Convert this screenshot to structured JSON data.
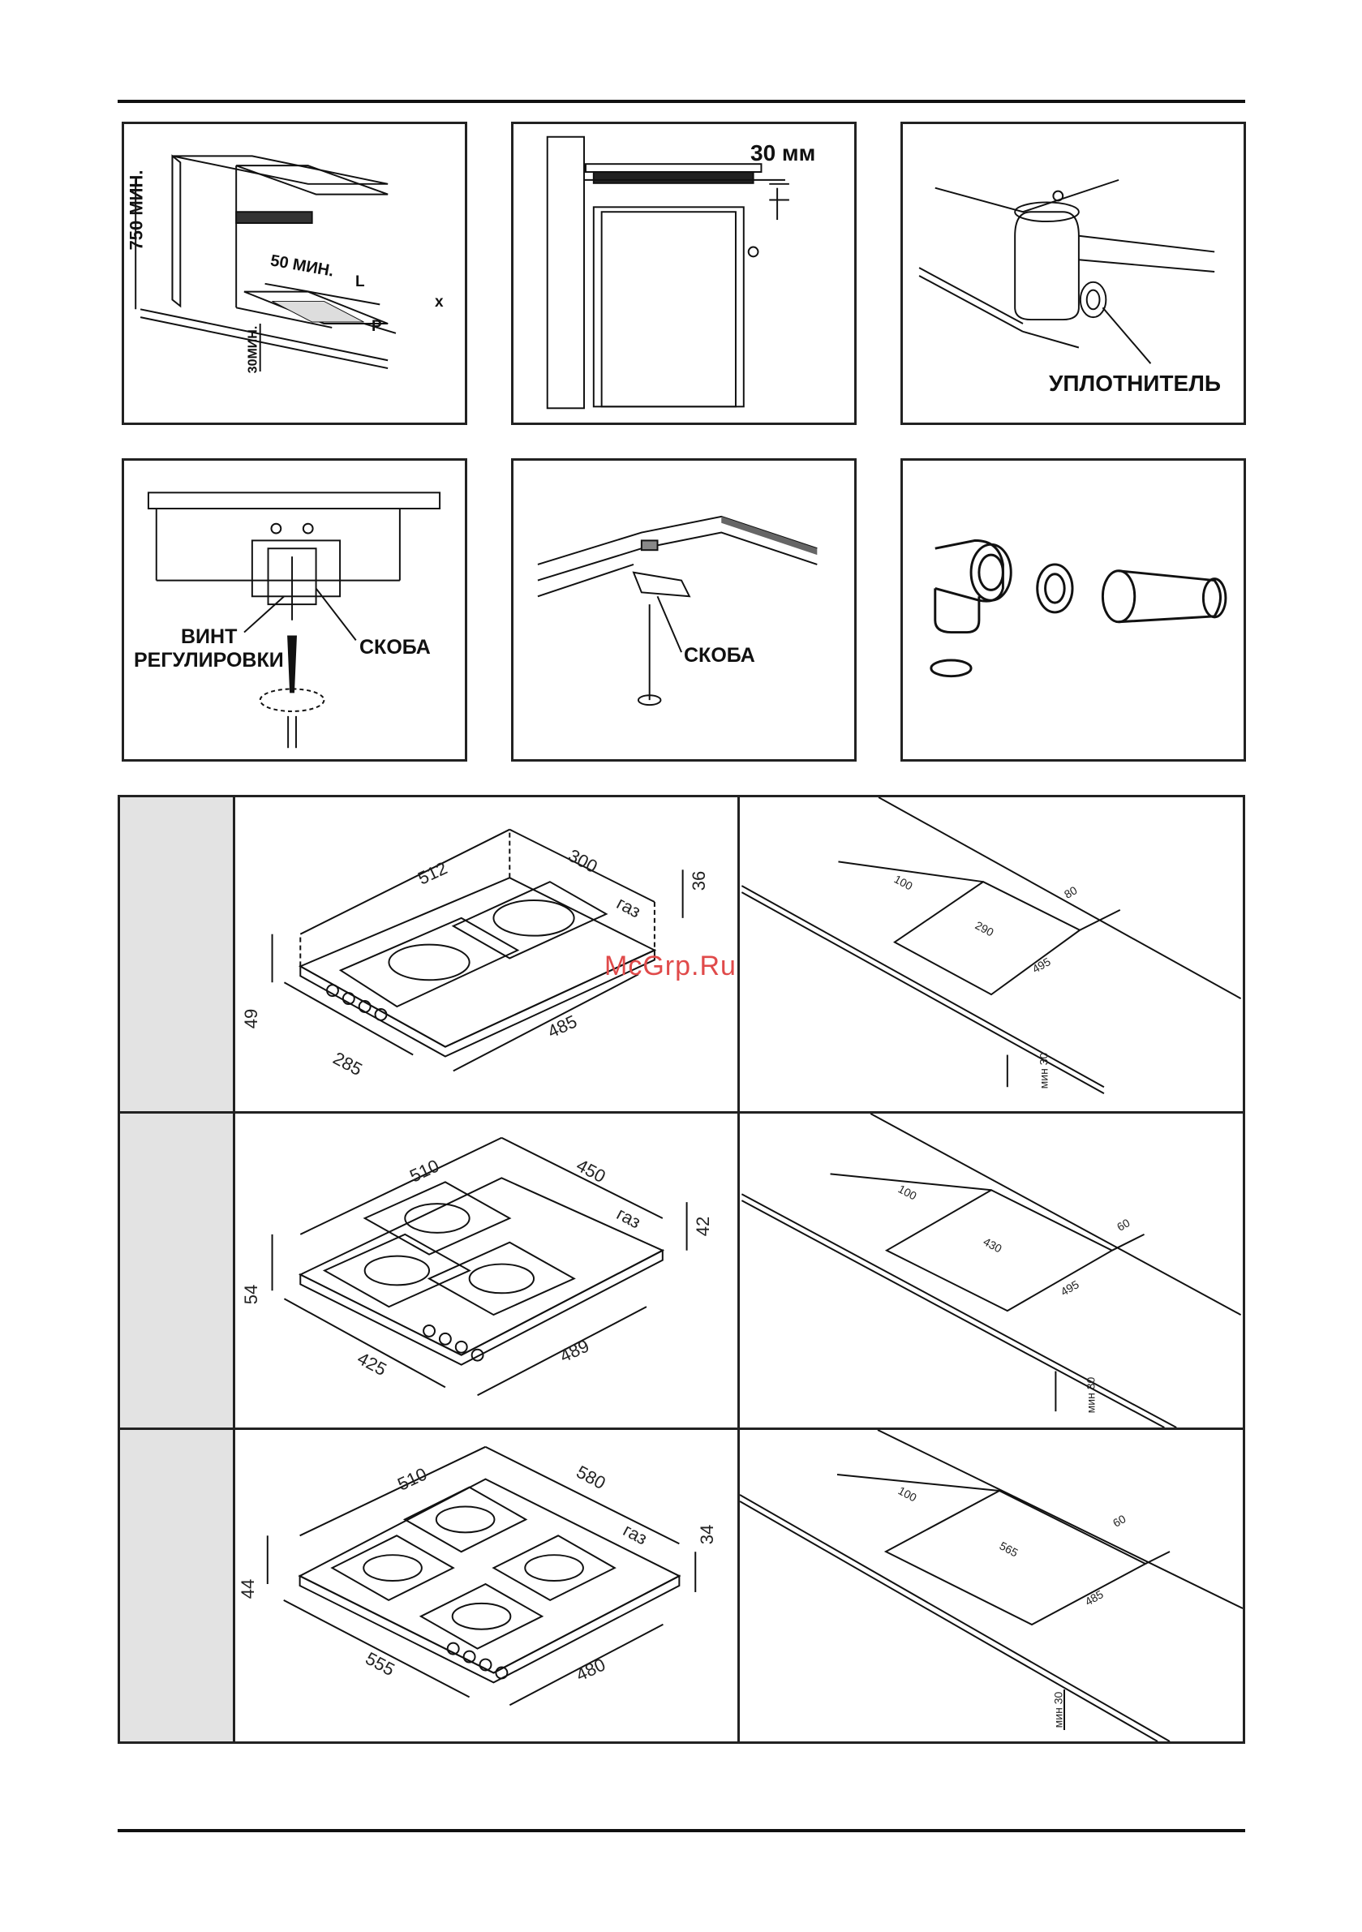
{
  "panels": {
    "p1": {
      "dim_750": "750 МИН.",
      "dim_50": "50 МИН.",
      "dim_L": "L",
      "dim_x": "x",
      "dim_P": "P",
      "dim_30": "30МИН."
    },
    "p2": {
      "dim_30mm": "30 мм"
    },
    "p3": {
      "label": "УПЛОТНИТЕЛЬ"
    },
    "p4": {
      "label_screw_1": "ВИНТ",
      "label_screw_2": "РЕГУЛИРОВКИ",
      "label_bracket": "СКОБА"
    },
    "p5": {
      "label_bracket": "СКОБА"
    }
  },
  "hobs": [
    {
      "width": "512",
      "depth": "300",
      "height_top": "36",
      "gas": "газ",
      "height_side": "49",
      "front": "285",
      "side": "485",
      "cut_offset": "100",
      "cut_margin": "80",
      "cut_width": "290",
      "cut_depth": "495",
      "min": "мин 30"
    },
    {
      "width": "510",
      "depth": "450",
      "height_top": "42",
      "gas": "газ",
      "height_side": "54",
      "front": "425",
      "side": "489",
      "cut_offset": "100",
      "cut_margin": "60",
      "cut_width": "430",
      "cut_depth": "495",
      "min": "мин 30"
    },
    {
      "width": "510",
      "depth": "580",
      "height_top": "34",
      "gas": "газ",
      "height_side": "44",
      "front": "555",
      "side": "480",
      "cut_offset": "100",
      "cut_margin": "60",
      "cut_width": "565",
      "cut_depth": "485",
      "min": "мин 30"
    }
  ],
  "watermark": "McGrp.Ru"
}
